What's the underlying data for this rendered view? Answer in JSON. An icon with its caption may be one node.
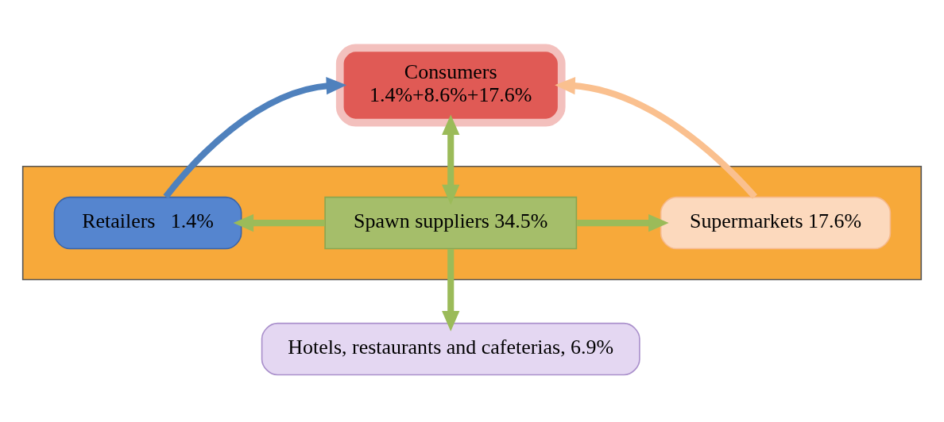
{
  "diagram": {
    "nodes": [
      {
        "text": [
          "Consumers",
          "1.4%+8.6%+17.6%"
        ]
      },
      {
        "text": [],
        "shape": "box"
      },
      {
        "text": [
          "Retailers   1.4%"
        ],
        "in": 1
      },
      {
        "text": [
          "Spawn suppliers 34.5%"
        ],
        "in": 1
      },
      {
        "text": [
          "Supermarkets 17.6%"
        ],
        "in": 1
      },
      {
        "text": [
          "Hotels, restaurants and cafeterias, 6.9%"
        ]
      }
    ],
    "edges": [
      {
        "from": 2,
        "to": 0,
        "arrow": "to",
        "color": "#4f81bd"
      },
      {
        "from": 4,
        "to": 0,
        "arrow": "to",
        "color": "#fac08f"
      },
      {
        "from": 3,
        "to": 0,
        "arrow": "both"
      },
      {
        "from": 3,
        "to": 2,
        "arrow": "to"
      },
      {
        "from": 3,
        "to": 4,
        "arrow": "to"
      },
      {
        "from": 3,
        "to": 5,
        "arrow": "to"
      }
    ]
  }
}
